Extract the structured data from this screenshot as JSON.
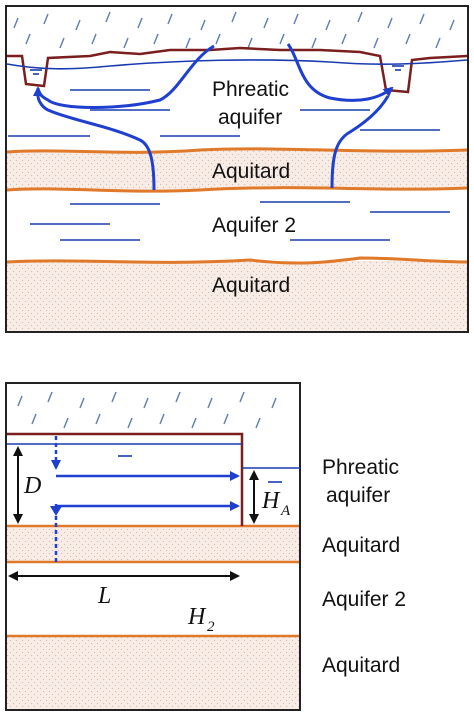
{
  "top_panel": {
    "labels": {
      "phreatic_line1": "Phreatic",
      "phreatic_line2": "aquifer",
      "aquitard_upper": "Aquitard",
      "aquifer2": "Aquifer 2",
      "aquitard_lower": "Aquitard"
    }
  },
  "bottom_panel": {
    "labels": {
      "phreatic_line1": "Phreatic",
      "phreatic_line2": "aquifer",
      "aquitard_upper": "Aquitard",
      "aquifer2": "Aquifer 2",
      "aquitard_lower": "Aquitard"
    },
    "symbols": {
      "D": "D",
      "H": "H",
      "H_sub": "A",
      "L": "L",
      "H2": "H",
      "H2_sub": "2"
    }
  },
  "colors": {
    "frame": "#222222",
    "rain": "#5a7bb5",
    "surface": "#7a1e1e",
    "water_table": "#1a3bb0",
    "flow_arrow": "#1f3fd1",
    "aquitard_boundary": "#e07a2a",
    "aquitard_fill": "#f7ece6",
    "aquitard_dots": "#d9b8a6"
  }
}
